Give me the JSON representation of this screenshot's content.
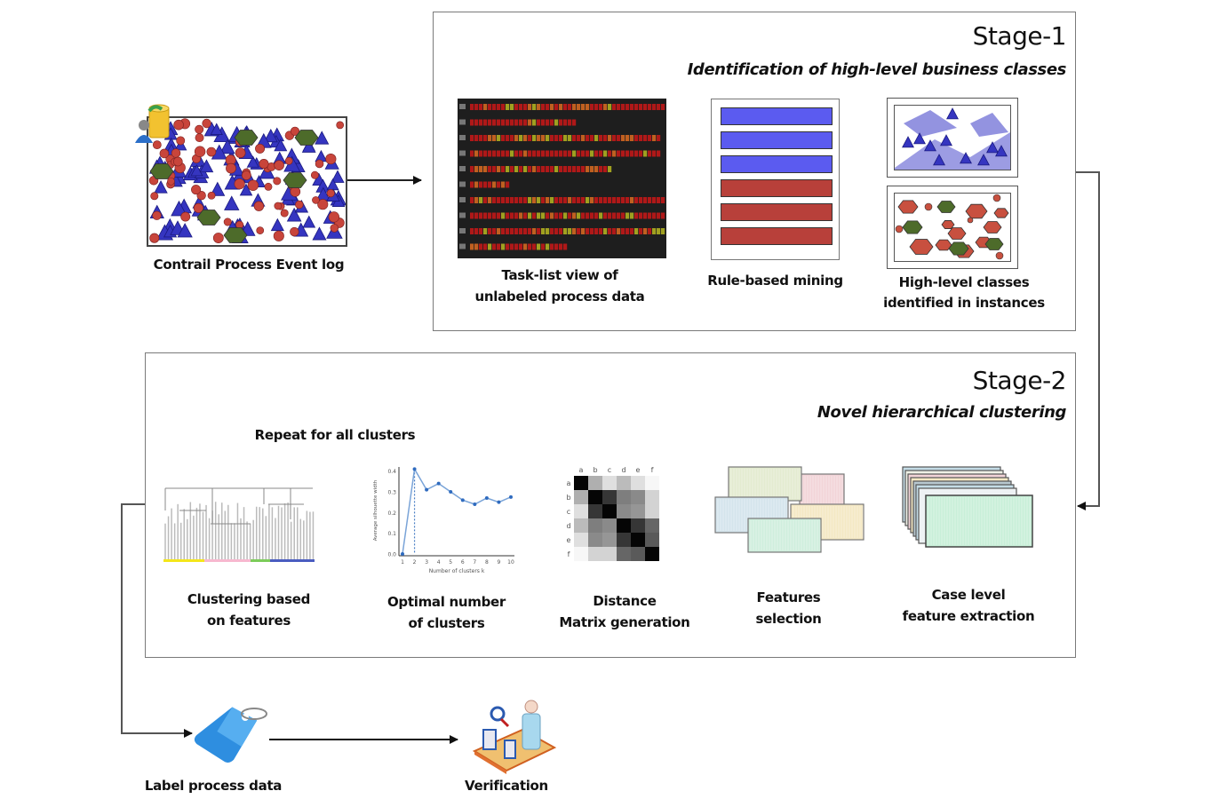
{
  "event_log": {
    "label": "Contrail Process Event log",
    "icon": "database-user-icon"
  },
  "stage1": {
    "title": "Stage-1",
    "subtitle": "Identification of high-level business classes",
    "task_list": {
      "label_line1": "Task-list view of",
      "label_line2": "unlabeled process data",
      "row_count": 10
    },
    "rule_mining": {
      "label": "Rule-based mining",
      "rule_colors": [
        "#5b5bf0",
        "#5b5bf0",
        "#5b5bf0",
        "#b8403a",
        "#b8403a",
        "#b8403a"
      ]
    },
    "classes": {
      "label_line1": "High-level classes",
      "label_line2": "identified in instances"
    }
  },
  "stage2": {
    "title": "Stage-2",
    "subtitle": "Novel hierarchical clustering",
    "loop_label": "Repeat for all clusters",
    "clustering": {
      "label_line1": "Clustering based",
      "label_line2": "on features",
      "cluster_colors": [
        "#f4e61a",
        "#f7b8cf",
        "#7ccc5a",
        "#4a5cc0"
      ]
    },
    "optimal": {
      "label_line1": "Optimal number",
      "label_line2": "of clusters",
      "chart_data": {
        "type": "line",
        "xlabel": "Number of clusters k",
        "ylabel": "Average silhouette width",
        "x": [
          1,
          2,
          3,
          4,
          5,
          6,
          7,
          8,
          9,
          10
        ],
        "values": [
          0.0,
          0.41,
          0.31,
          0.34,
          0.3,
          0.26,
          0.24,
          0.27,
          0.25,
          0.275
        ],
        "yticks": [
          "0.0",
          "0.1",
          "0.2",
          "0.3",
          "0.4"
        ],
        "ylim": [
          0,
          0.42
        ],
        "optimal_k": 2
      }
    },
    "distance": {
      "label_line1": "Distance",
      "label_line2": "Matrix generation",
      "axis_labels": [
        "a",
        "b",
        "c",
        "d",
        "e",
        "f"
      ]
    },
    "features": {
      "label_line1": "Features",
      "label_line2": "selection"
    },
    "extraction": {
      "label_line1": "Case level",
      "label_line2": "feature extraction"
    }
  },
  "final": {
    "label_step": {
      "label": "Label process data",
      "icon": "tag-icon"
    },
    "verify_step": {
      "label": "Verification",
      "icon": "inspector-conveyor-icon"
    }
  }
}
